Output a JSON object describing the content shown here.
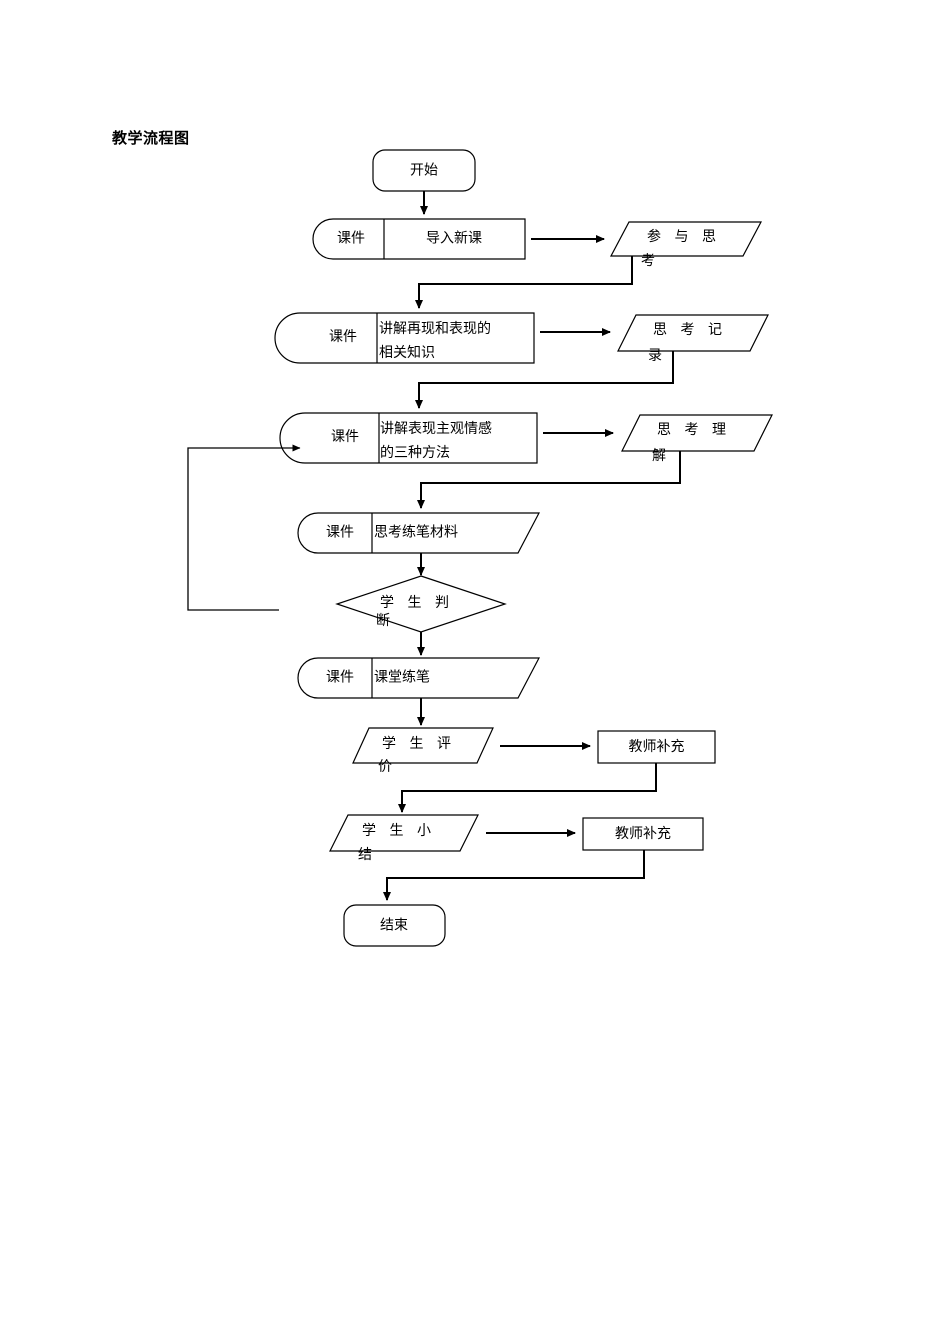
{
  "document": {
    "title": "教学流程图"
  },
  "flowchart": {
    "type": "flowchart",
    "nodes": {
      "start": {
        "label": "开始",
        "shape": "rounded-rectangle"
      },
      "end": {
        "label": "结束",
        "shape": "rounded-rectangle"
      },
      "courseware_label": "课件",
      "step1_body": "导入新课",
      "step2_body_line1": "讲解再现和表现的",
      "step2_body_line2": "相关知识",
      "step3_body_line1": "讲解表现主观情感",
      "step3_body_line2": "的三种方法",
      "step4_body": "思考练笔材料",
      "step5_body": "课堂练笔",
      "io1_line1": "参 与 思",
      "io1_line2": "考",
      "io2_line1": "思 考 记",
      "io2_line2": "录",
      "io3_line1": "思 考 理",
      "io3_line2": "解",
      "decision_line1": "学 生 判",
      "decision_line2": "断",
      "io4_line1": "学 生 评",
      "io4_line2": "价",
      "io5_line1": "学 生 小",
      "io5_line2": "结",
      "teacher_supplement_1": "教师补充",
      "teacher_supplement_2": "教师补充"
    },
    "colors": {
      "stroke": "#000000",
      "fill": "#ffffff",
      "text": "#000000"
    }
  }
}
